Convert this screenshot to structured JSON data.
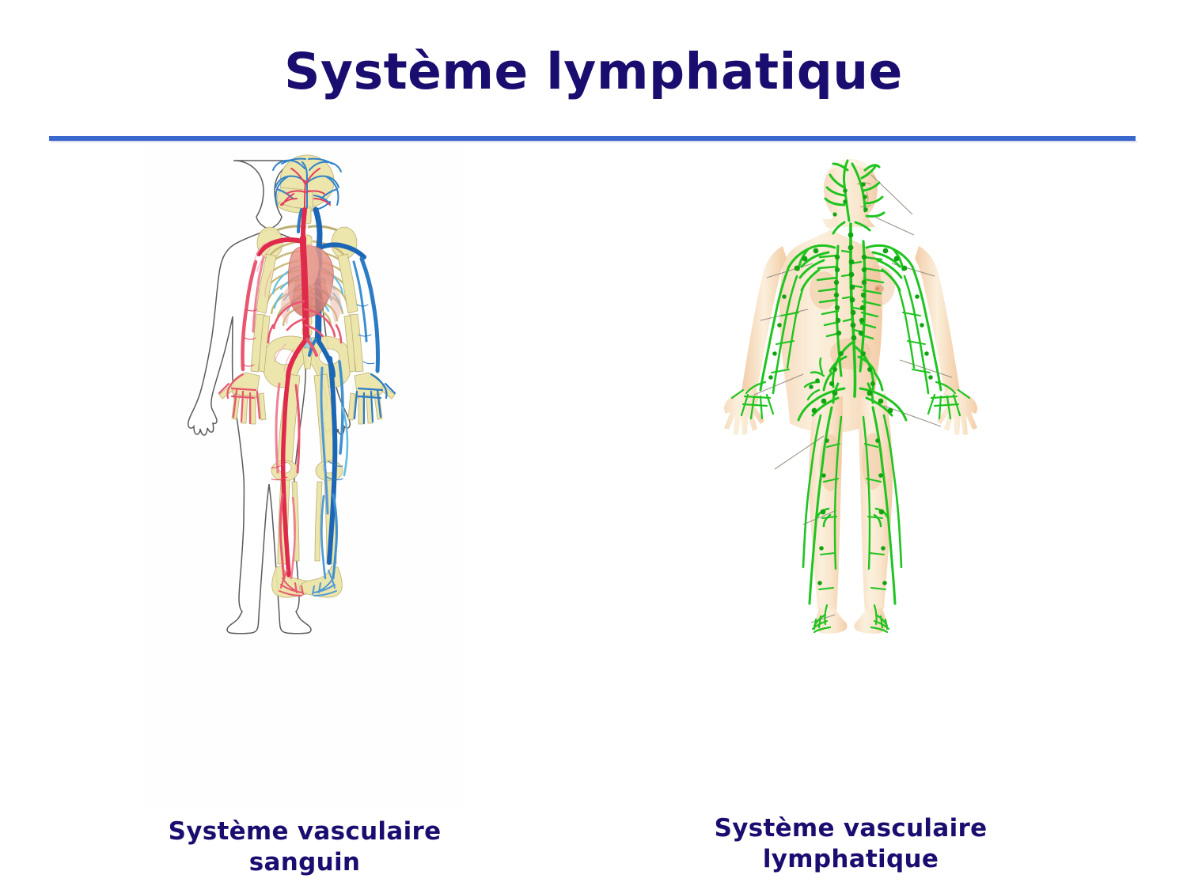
{
  "slide": {
    "title": "Système lymphatique",
    "background_color": "#ffffff",
    "title_color": "#1a0d70",
    "rule_color": "#3a68cc"
  },
  "figures": [
    {
      "id": "blood-vascular-system",
      "caption_line1": "Système vasculaire",
      "caption_line2": "sanguin",
      "description": "Anatomical illustration of the human blood vascular system: full-body figure with skeleton in pale yellow, arteries in red on the figure's right side and veins in blue on the figure's left side, heart and great vessels in salmon pink.",
      "colors": {
        "artery": "#e8415f",
        "vein": "#1f72c2",
        "vein_light": "#63b9df",
        "bone": "#ece4a8",
        "outline": "#4a4a4a",
        "heart": "#e4897f"
      }
    },
    {
      "id": "lymphatic-vascular-system",
      "caption_line1": "Système vasculaire",
      "caption_line2": "lymphatique",
      "description": "Anatomical illustration of the human lymphatic system: full-body figure in skin tones with bright green lymphatic vessels and lymph nodes, thin grey leader lines pointing to structures.",
      "colors": {
        "lymph_vessel": "#1fc41f",
        "lymph_node": "#12a812",
        "skin": "#f6d6b6",
        "skin_light": "#fbeedd",
        "leader_line": "#8c8478"
      }
    }
  ]
}
